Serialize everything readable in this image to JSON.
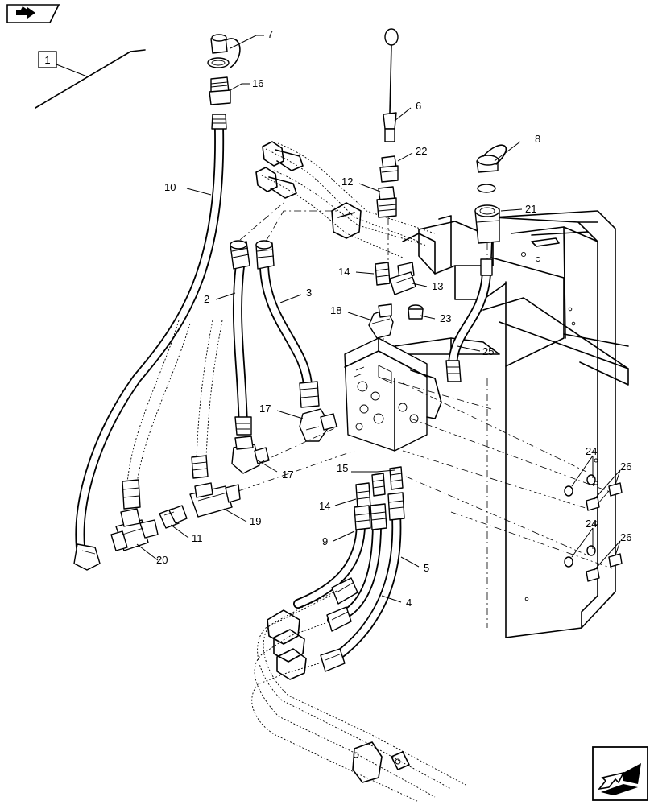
{
  "reference_box_label": "1",
  "callouts": [
    {
      "id": "7",
      "label": "7"
    },
    {
      "id": "16",
      "label": "16"
    },
    {
      "id": "6",
      "label": "6"
    },
    {
      "id": "22",
      "label": "22"
    },
    {
      "id": "8",
      "label": "8"
    },
    {
      "id": "12",
      "label": "12"
    },
    {
      "id": "21",
      "label": "21"
    },
    {
      "id": "10",
      "label": "10"
    },
    {
      "id": "14a",
      "label": "14"
    },
    {
      "id": "13",
      "label": "13"
    },
    {
      "id": "2",
      "label": "2"
    },
    {
      "id": "3",
      "label": "3"
    },
    {
      "id": "18",
      "label": "18"
    },
    {
      "id": "23",
      "label": "23"
    },
    {
      "id": "25",
      "label": "25"
    },
    {
      "id": "17a",
      "label": "17"
    },
    {
      "id": "17b",
      "label": "17"
    },
    {
      "id": "24a",
      "label": "24"
    },
    {
      "id": "26a",
      "label": "26"
    },
    {
      "id": "15",
      "label": "15"
    },
    {
      "id": "14b",
      "label": "14"
    },
    {
      "id": "19",
      "label": "19"
    },
    {
      "id": "11",
      "label": "11"
    },
    {
      "id": "9",
      "label": "9"
    },
    {
      "id": "20",
      "label": "20"
    },
    {
      "id": "5",
      "label": "5"
    },
    {
      "id": "24b",
      "label": "24"
    },
    {
      "id": "26b",
      "label": "26"
    },
    {
      "id": "4",
      "label": "4"
    }
  ],
  "icons": {
    "top_left": "back-arrow-icon",
    "bottom_right": "next-arrow-icon"
  }
}
